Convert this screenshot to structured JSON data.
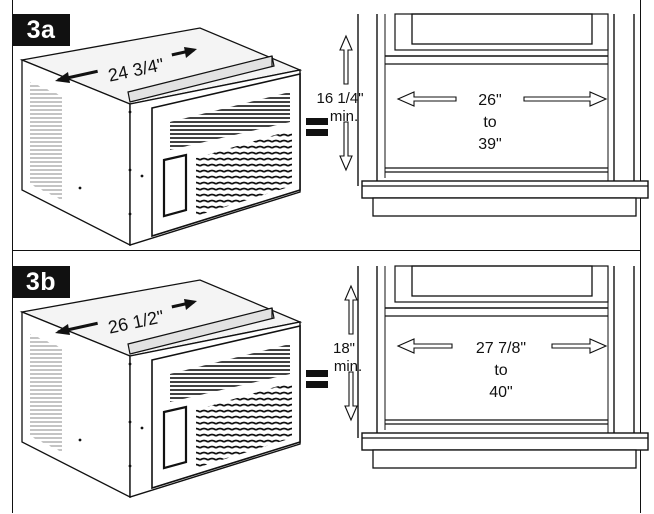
{
  "panel_a": {
    "badge": "3a",
    "unit_width": "24 3/4\"",
    "height_value": "16 1/4\"",
    "height_suffix": "min.",
    "width_from": "26\"",
    "width_to_word": "to",
    "width_to": "39\""
  },
  "panel_b": {
    "badge": "3b",
    "unit_width": "26 1/2\"",
    "height_value": "18\"",
    "height_suffix": "min.",
    "width_from": "27 7/8\"",
    "width_to_word": "to",
    "width_to": "40\""
  }
}
